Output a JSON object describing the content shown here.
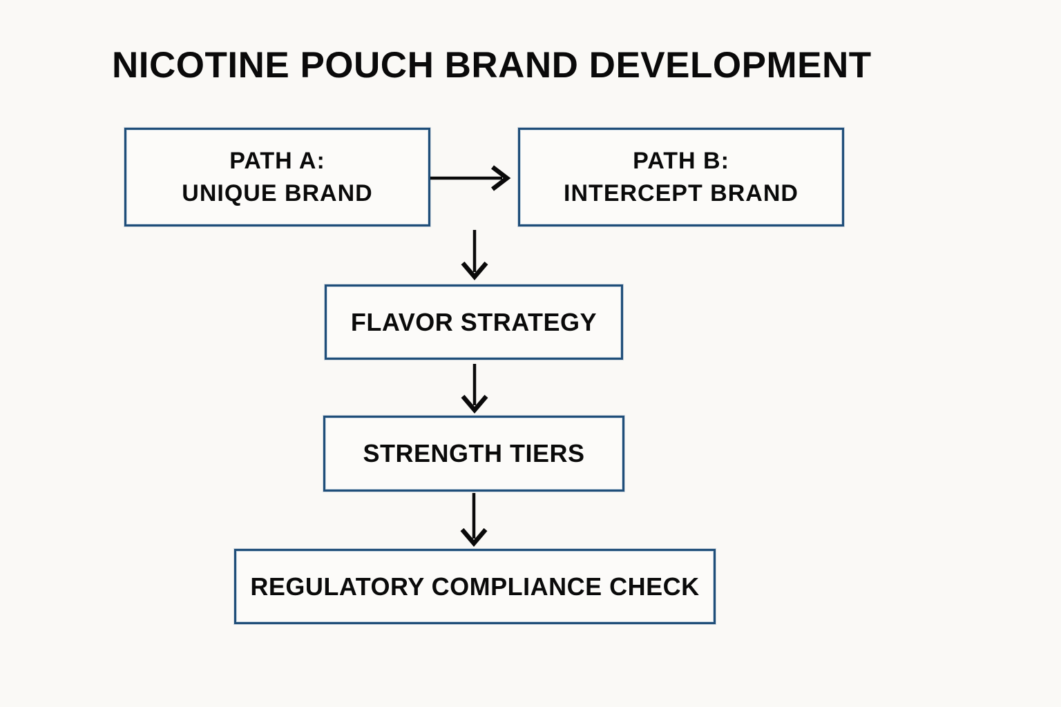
{
  "title": {
    "text": "NICOTINE POUCH BRAND DEVELOPMENT"
  },
  "theme": {
    "background": "#FAF9F6",
    "box_fill": "#FCFBF9",
    "border_color": "#1F4E79",
    "text_color": "#0A0A0A",
    "arrow_color": "#0A0A0A"
  },
  "flowchart": {
    "nodes": {
      "path_a": {
        "line1": "PATH A:",
        "line2": "UNIQUE BRAND"
      },
      "path_b": {
        "line1": "PATH B:",
        "line2": "INTERCEPT BRAND"
      },
      "flavor": {
        "label": "FLAVOR STRATEGY"
      },
      "strength": {
        "label": "STRENGTH TIERS"
      },
      "regulatory": {
        "label": "REGULATORY COMPLIANCE CHECK"
      }
    },
    "edges": [
      {
        "from": "path_a",
        "to": "path_b",
        "direction": "right"
      },
      {
        "from": "path_a",
        "to": "flavor",
        "direction": "down"
      },
      {
        "from": "flavor",
        "to": "strength",
        "direction": "down"
      },
      {
        "from": "strength",
        "to": "regulatory",
        "direction": "down"
      }
    ]
  }
}
